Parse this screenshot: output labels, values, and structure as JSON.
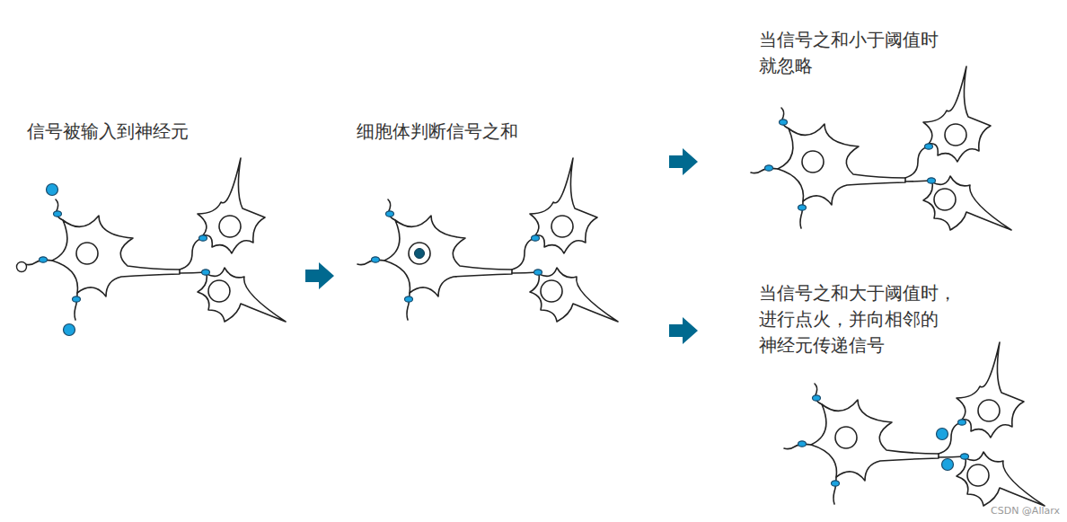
{
  "diagram": {
    "labels": [
      "信号被输入到神经元",
      "细胞体判断信号之和",
      "当信号之和小于阈值时 就忽略",
      "当信号之和大于阈值时， 进行点火，并向相邻的 神经元传递信号",
      "CSDN @Allarx"
    ]
  }
}
